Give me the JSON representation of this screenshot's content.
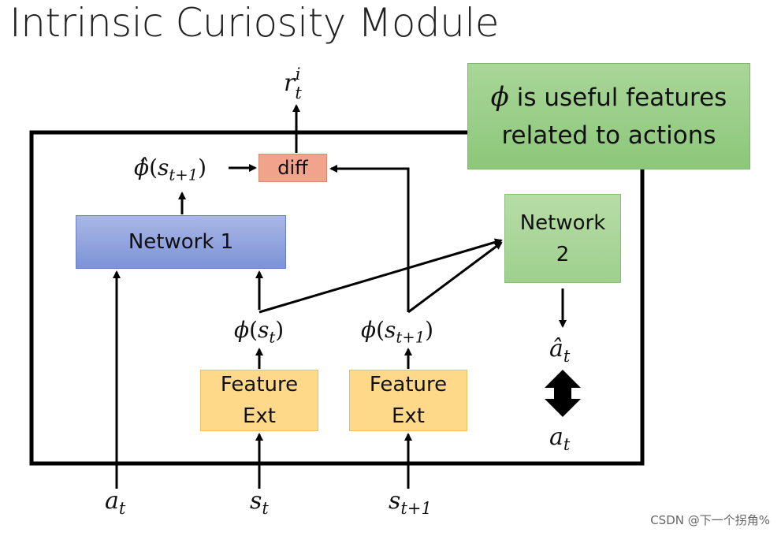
{
  "title": "Intrinsic Curiosity Module",
  "blocks": {
    "network1": "Network 1",
    "network2_line1": "Network",
    "network2_line2": "2",
    "diff": "diff",
    "feature_ext_line1": "Feature",
    "feature_ext_line2": "Ext"
  },
  "note": {
    "symbol": "ϕ",
    "line1": " is useful features",
    "line2": "related to actions"
  },
  "math": {
    "r_base": "r",
    "r_sub": "t",
    "r_sup": "i",
    "phi_hat": "ϕ̂",
    "phi": "ϕ",
    "s": "s",
    "a": "a",
    "a_hat": "â",
    "t": "t",
    "t_plus_1": "t+1",
    "paren_open": "(",
    "paren_close": ")"
  },
  "watermark": "CSDN @下一个拐角%"
}
